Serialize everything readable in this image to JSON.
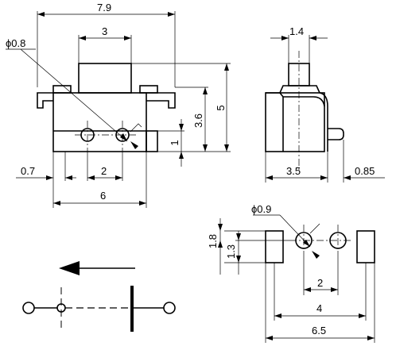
{
  "front_view": {
    "overall_width": "7.9",
    "actuator_width": "3",
    "hole_diameter": "ϕ0.8",
    "body_height": "3.6",
    "total_height": "5",
    "pin_height": "1",
    "pin_offset": "0.7",
    "pin_pitch": "2",
    "body_width": "6"
  },
  "side_view": {
    "actuator_width": "1.4",
    "body_depth": "3.5",
    "pin_protrusion": "0.85"
  },
  "footprint": {
    "hole_diameter": "ϕ0.9",
    "pad_height": "1.8",
    "pad_offset": "1.3",
    "hole_pitch": "2",
    "pad_pitch": "4",
    "overall_width": "6.5"
  }
}
